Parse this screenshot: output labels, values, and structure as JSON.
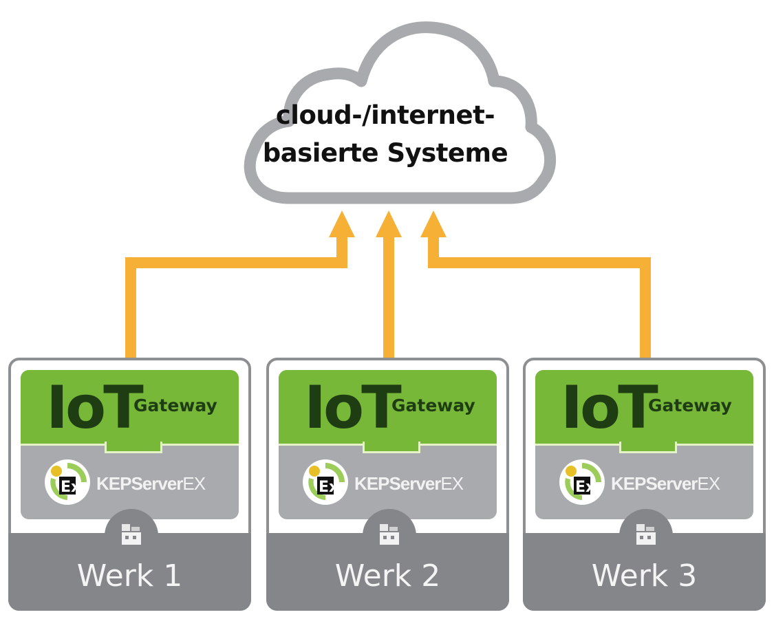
{
  "cloud": {
    "line1": "cloud-/internet-",
    "line2": "basierte Systeme",
    "icon": "cloud-icon",
    "outline_color": "#a9aaad"
  },
  "arrows": {
    "color": "#f6b035",
    "direction": "up",
    "icon": "arrow-up-icon"
  },
  "plants": [
    {
      "iot": "IoT",
      "gateway": "Gateway",
      "product": "KEPServer",
      "product_suffix": "EX",
      "logo_text": "Ex",
      "name": "Werk 1",
      "icon": "factory-icon"
    },
    {
      "iot": "IoT",
      "gateway": "Gateway",
      "product": "KEPServer",
      "product_suffix": "EX",
      "logo_text": "Ex",
      "name": "Werk 2",
      "icon": "factory-icon"
    },
    {
      "iot": "IoT",
      "gateway": "Gateway",
      "product": "KEPServer",
      "product_suffix": "EX",
      "logo_text": "Ex",
      "name": "Werk 3",
      "icon": "factory-icon"
    }
  ],
  "colors": {
    "iot_green": "#78b839",
    "iot_text": "#1f3d12",
    "kep_grey": "#a9aaad",
    "werk_grey": "#85868a",
    "arrow_orange": "#f6b035"
  }
}
